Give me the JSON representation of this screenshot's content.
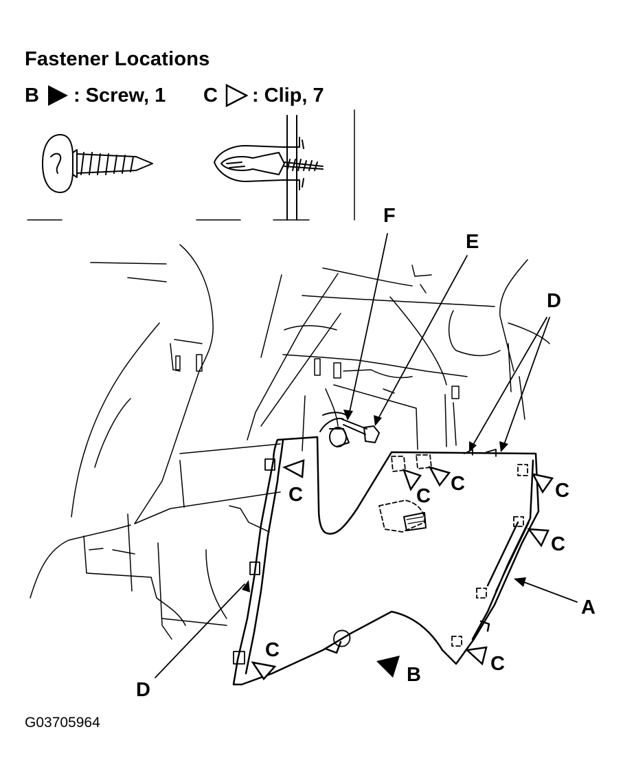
{
  "title": "Fastener Locations",
  "legend": {
    "screw": {
      "letter": "B",
      "separator": ":",
      "text": "Screw, 1",
      "icon": "filled-triangle-icon"
    },
    "clip": {
      "letter": "C",
      "separator": ":",
      "text": "Clip, 7",
      "icon": "outline-triangle-icon"
    }
  },
  "callouts": {
    "A": "A",
    "B": "B",
    "C": "C",
    "D": "D",
    "E": "E",
    "F": "F"
  },
  "figure_id": "G03705964"
}
